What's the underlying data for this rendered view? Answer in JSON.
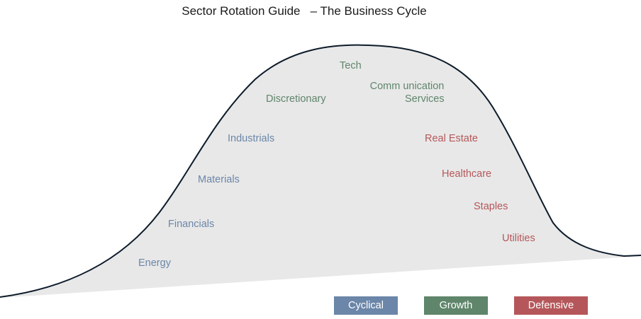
{
  "title": "Sector Rotation Guide   – The Business Cycle",
  "colors": {
    "cyclical": "#6b86a8",
    "growth": "#5f856b",
    "defensive": "#b5575a",
    "curve_fill": "#e8e8e8",
    "curve_stroke": "#0d1b2a"
  },
  "sectors": {
    "energy": "Energy",
    "financials": "Financials",
    "materials": "Materials",
    "industrials": "Industrials",
    "discretionary": "Discretionary",
    "tech": "Tech",
    "communication_line1": "Comm unication",
    "communication_line2": "Services",
    "real_estate": "Real Estate",
    "healthcare": "Healthcare",
    "staples": "Staples",
    "utilities": "Utilities"
  },
  "legend": {
    "cyclical": "Cyclical",
    "growth": "Growth",
    "defensive": "Defensive"
  }
}
